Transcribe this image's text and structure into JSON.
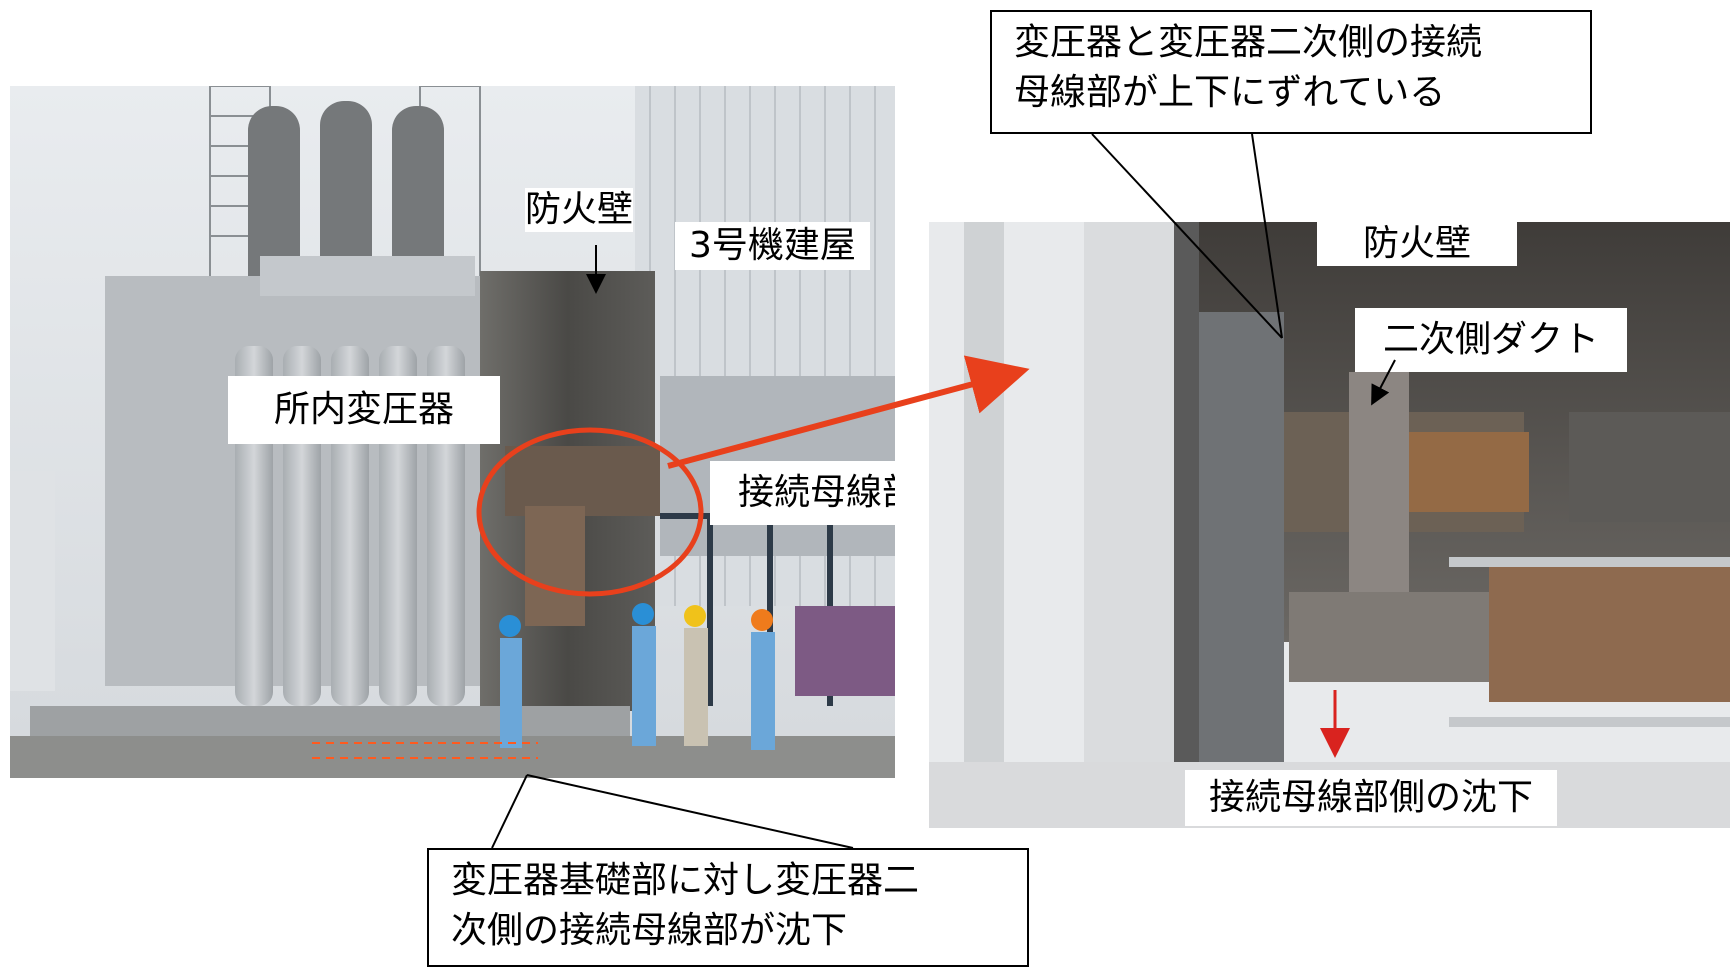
{
  "left_photo": {
    "labels": {
      "firewall": "防火壁",
      "unit3_building": "3号機建屋",
      "house_transformer": "所内変圧器",
      "connection_bus": "接続母線部"
    }
  },
  "right_photo": {
    "labels": {
      "firewall": "防火壁",
      "secondary_duct": "二次側ダクト",
      "bus_settlement": "接続母線部側の沈下"
    }
  },
  "callouts": {
    "top_right": {
      "line1": "変圧器と変圧器二次側の接続",
      "line2": "母線部が上下にずれている"
    },
    "bottom": {
      "line1": "変圧器基礎部に対し変圧器二",
      "line2": "次側の接続母線部が沈下"
    }
  },
  "colors": {
    "highlight_red": "#e8401c",
    "arrow_red": "#e8401c",
    "dashed_orange": "#ff5a1f"
  }
}
